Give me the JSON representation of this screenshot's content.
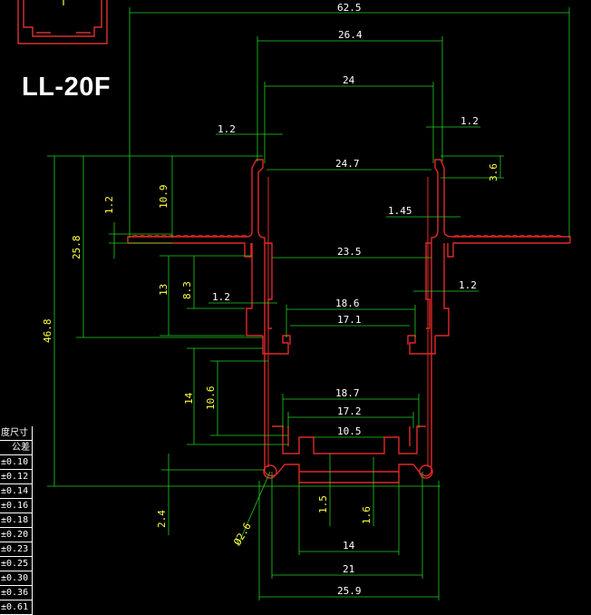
{
  "title": "LL-20F",
  "dimensions": {
    "w62_5": "62.5",
    "w26_4": "26.4",
    "w24": "24",
    "t1_2a": "1.2",
    "t1_2b": "1.2",
    "w24_7": "24.7",
    "h3_6": "3.6",
    "t1_45": "1.45",
    "h10_9": "10.9",
    "h1_2": "1.2",
    "h25_8": "25.8",
    "w23_5": "23.5",
    "h46_8": "46.8",
    "h13": "13",
    "h8_3": "8.3",
    "t1_2c": "1.2",
    "t1_2d": "1.2",
    "w18_6": "18.6",
    "w17_1": "17.1",
    "h14": "14",
    "h10_6": "10.6",
    "w18_7": "18.7",
    "w17_2": "17.2",
    "w10_5": "10.5",
    "h2_4": "2.4",
    "h1_5": "1.5",
    "h1_6": "1.6",
    "d2_6": "Ø2.6",
    "w14": "14",
    "w21": "21",
    "w25_9": "25.9"
  },
  "tolerance_table": {
    "header1": "度尺寸",
    "header2": "公差",
    "rows": [
      "±0.10",
      "±0.12",
      "±0.14",
      "±0.16",
      "±0.18",
      "±0.20",
      "±0.23",
      "±0.25",
      "±0.30",
      "±0.36",
      "±0.61"
    ]
  }
}
